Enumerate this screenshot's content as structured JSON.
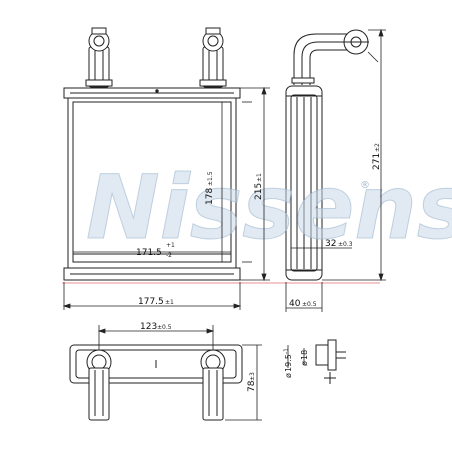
{
  "watermark": {
    "text": "Nissens",
    "mark": "®"
  },
  "front_view": {
    "core_width": "171.5",
    "core_width_tol_upper": "+1",
    "core_width_tol_lower": "-2",
    "overall_width": "177.5",
    "overall_width_tol": "±1",
    "core_height": "178",
    "core_height_tol": "±1.5",
    "overall_height": "215",
    "overall_height_tol": "±1"
  },
  "side_view": {
    "total_height": "271",
    "total_height_tol": "±2",
    "depth": "40",
    "depth_tol": "±0.5",
    "core_depth": "32",
    "core_depth_tol": "±0.3"
  },
  "top_view": {
    "pipe_spacing": "123",
    "pipe_spacing_tol": "±0.5",
    "pipe_height": "78",
    "pipe_height_tol": "±3"
  },
  "pipe_detail": {
    "outer_diameter": "19.5",
    "outer_diameter_tol": "-1",
    "inner_diameter": "18"
  },
  "colors": {
    "line": "#222222",
    "watermark_fill": "#c9d9e9",
    "accent_red": "#e06a6a"
  }
}
